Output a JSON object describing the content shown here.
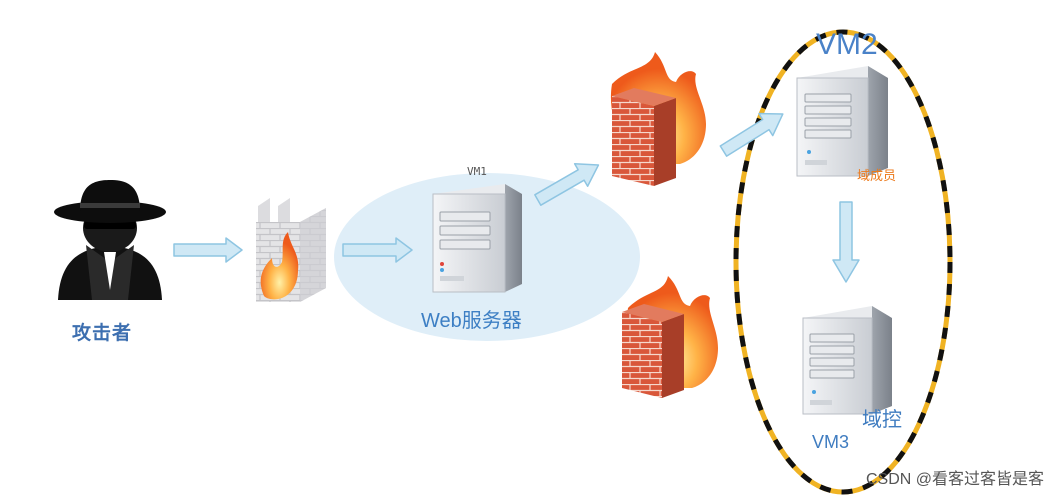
{
  "nodes": {
    "attacker": {
      "label": "攻击者"
    },
    "web_server": {
      "vm_label": "VM1",
      "label": "Web服务器"
    },
    "domain_member": {
      "vm_label": "VM2",
      "label": "域成员"
    },
    "domain_controller": {
      "vm_label": "VM3",
      "label": "域控"
    }
  },
  "edges": [
    {
      "from": "attacker",
      "to": "firewall-1"
    },
    {
      "from": "firewall-1",
      "to": "web_server"
    },
    {
      "from": "web_server",
      "to": "firewall-2"
    },
    {
      "from": "firewall-2",
      "to": "domain_member"
    },
    {
      "from": "domain_member",
      "to": "domain_controller"
    }
  ],
  "colors": {
    "arrow_fill": "#cfe8f5",
    "arrow_stroke": "#8ec5e2",
    "cloud": "#dfeef8",
    "ellipse_yellow": "#f0b323",
    "ellipse_black": "#111111",
    "brick": "#d9573a",
    "flame": "#f08a1e"
  },
  "watermark": "CSDN @看客过客皆是客"
}
